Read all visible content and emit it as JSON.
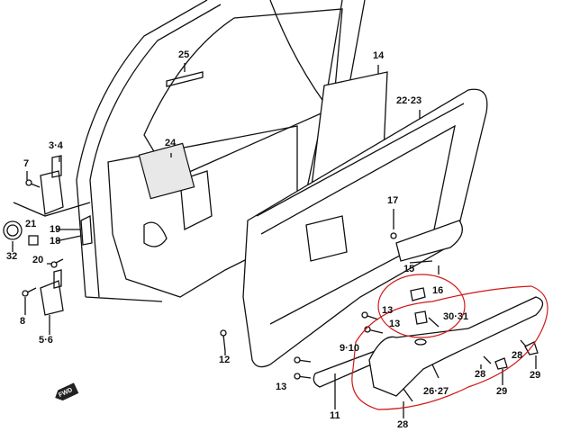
{
  "diagram": {
    "title": "Front door trim parts",
    "fwd_icon": "FWD",
    "labels": {
      "p25": "25",
      "p14": "14",
      "p22_23": "22·23",
      "p24": "24",
      "p3_4": "3·4",
      "p7": "7",
      "p17": "17",
      "p21": "21",
      "p19": "19",
      "p18": "18",
      "p32": "32",
      "p20": "20",
      "p15": "15",
      "p16": "16",
      "p8": "8",
      "p13a": "13",
      "p30_31": "30·31",
      "p13b": "13",
      "p5_6": "5·6",
      "p12": "12",
      "p9_10": "9·10",
      "p28a": "28",
      "p28b": "28",
      "p29a": "29",
      "p13c": "13",
      "p26_27": "26·27",
      "p29b": "29",
      "p11": "11",
      "p28c": "28"
    },
    "colors": {
      "line": "#111111",
      "annotation": "#d01818"
    }
  }
}
